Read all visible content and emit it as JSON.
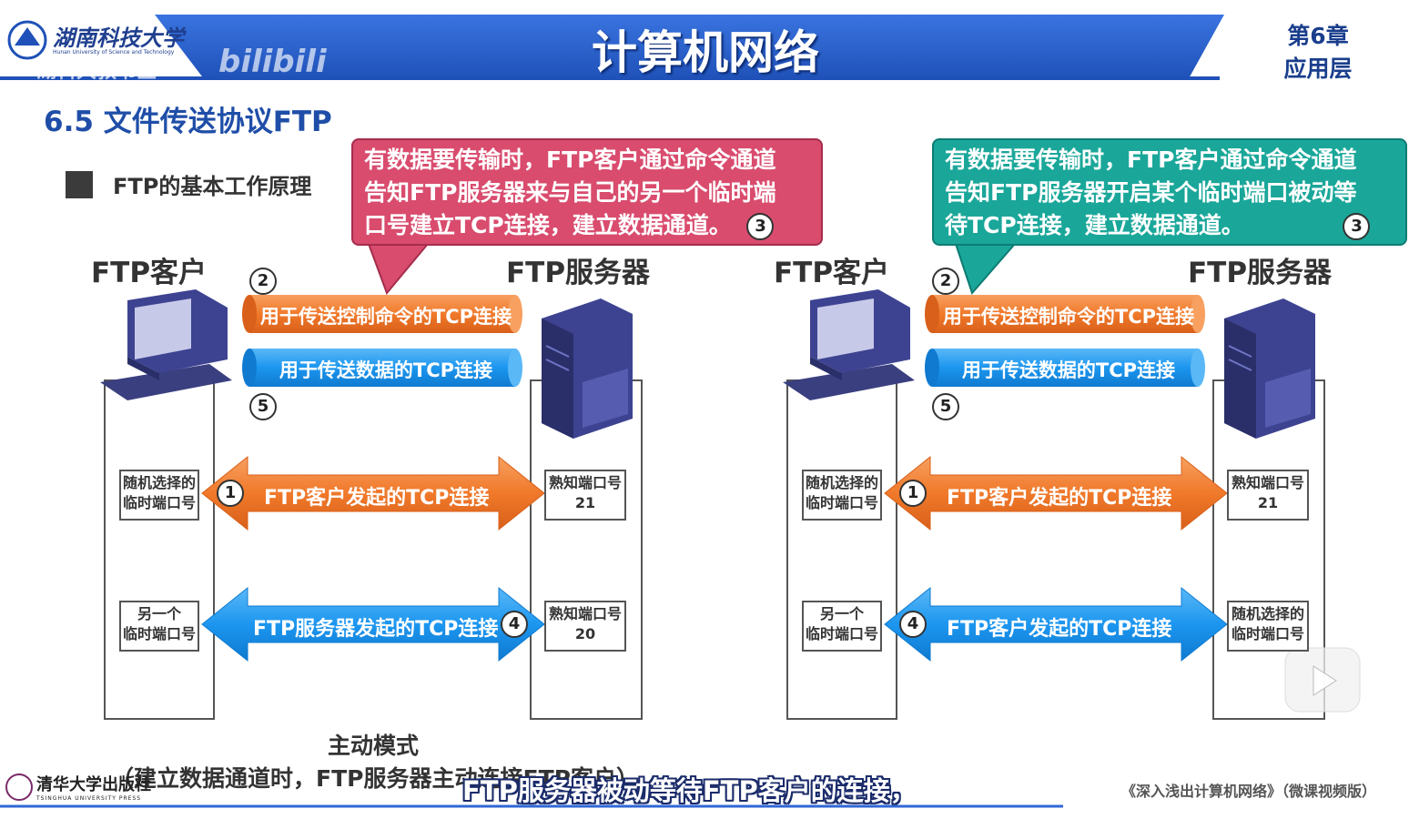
{
  "header": {
    "university": "湖南科技大学",
    "university_en": "Hunan University of Science and Technology",
    "watermark": "湖科大教书匠",
    "bilibili": "bilibili",
    "course_title": "计算机网络",
    "chapter_line1": "第6章",
    "chapter_line2": "应用层"
  },
  "section_title": "6.5 文件传送协议FTP",
  "principle_label": "FTP的基本工作原理",
  "active_mode": {
    "callout_line1": "有数据要传输时，FTP客户通过命令通道",
    "callout_line2": "告知FTP服务器来与自己的另一个临时端",
    "callout_line3": "口号建立TCP连接，建立数据通道。",
    "callout_step": "3",
    "client_label": "FTP客户",
    "server_label": "FTP服务器",
    "step2": "2",
    "step5": "5",
    "control_conn": "用于传送控制命令的TCP连接",
    "data_conn": "用于传送数据的TCP连接",
    "client_port1_line1": "随机选择的",
    "client_port1_line2": "临时端口号",
    "server_port1_line1": "熟知端口号",
    "server_port1_line2": "21",
    "arrow1_step": "1",
    "arrow1_label": "FTP客户发起的TCP连接",
    "client_port2_line1": "另一个",
    "client_port2_line2": "临时端口号",
    "server_port2_line1": "熟知端口号",
    "server_port2_line2": "20",
    "arrow2_step": "4",
    "arrow2_label": "FTP服务器发起的TCP连接",
    "mode_title": "主动模式",
    "mode_desc": "（建立数据通道时，FTP服务器主动连接FTP客户）"
  },
  "passive_mode": {
    "callout_line1": "有数据要传输时，FTP客户通过命令通道",
    "callout_line2": "告知FTP服务器开启某个临时端口被动等",
    "callout_line3": "待TCP连接，建立数据通道。",
    "callout_step": "3",
    "client_label": "FTP客户",
    "server_label": "FTP服务器",
    "step2": "2",
    "step5": "5",
    "control_conn": "用于传送控制命令的TCP连接",
    "data_conn": "用于传送数据的TCP连接",
    "client_port1_line1": "随机选择的",
    "client_port1_line2": "临时端口号",
    "server_port1_line1": "熟知端口号",
    "server_port1_line2": "21",
    "arrow1_step": "1",
    "arrow1_label": "FTP客户发起的TCP连接",
    "client_port2_line1": "另一个",
    "client_port2_line2": "临时端口号",
    "server_port2_line1": "随机选择的",
    "server_port2_line2": "临时端口号",
    "arrow2_step": "4",
    "arrow2_label": "FTP客户发起的TCP连接"
  },
  "subtitle": "FTP服务器被动等待FTP客户的连接，",
  "book_title": "《深入浅出计算机网络》（微课视频版）",
  "press_name": "清华大学出版社",
  "press_en": "TSINGHUA UNIVERSITY PRESS",
  "colors": {
    "header_blue": "#2f67d6",
    "orange": "#f0792a",
    "blue": "#1c96ef",
    "red_callout": "#d94c6e",
    "teal_callout": "#1aa79a"
  }
}
